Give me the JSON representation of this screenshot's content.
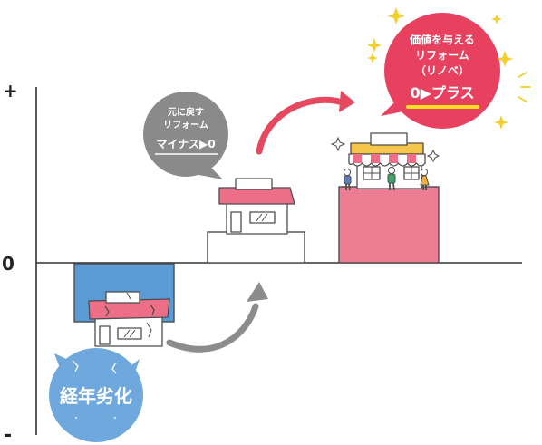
{
  "axis": {
    "plus_label": "+",
    "zero_label": "0",
    "minus_label": "-"
  },
  "deterioration": {
    "label": "経年劣化"
  },
  "restore": {
    "line1": "元に戻す",
    "line2": "リフォーム",
    "result": "マイナス▶0"
  },
  "value_add": {
    "line1": "価値を与える",
    "line2": "リフォーム",
    "line3": "（リノベ）",
    "result": "0▶プラス"
  },
  "colors": {
    "axis": "#333333",
    "deterioration_block": "#5b9bd5",
    "deterioration_bubble": "#6ea8dc",
    "restore_bubble": "#8a8a8a",
    "restore_arrow": "#8c8c8c",
    "value_block": "#ec7d92",
    "value_bubble": "#e8405f",
    "value_arrow": "#e5485f",
    "roof_pink": "#ec6f87",
    "sparkle": "#f2cf2a",
    "highlight_yellow": "#f6e21a"
  }
}
